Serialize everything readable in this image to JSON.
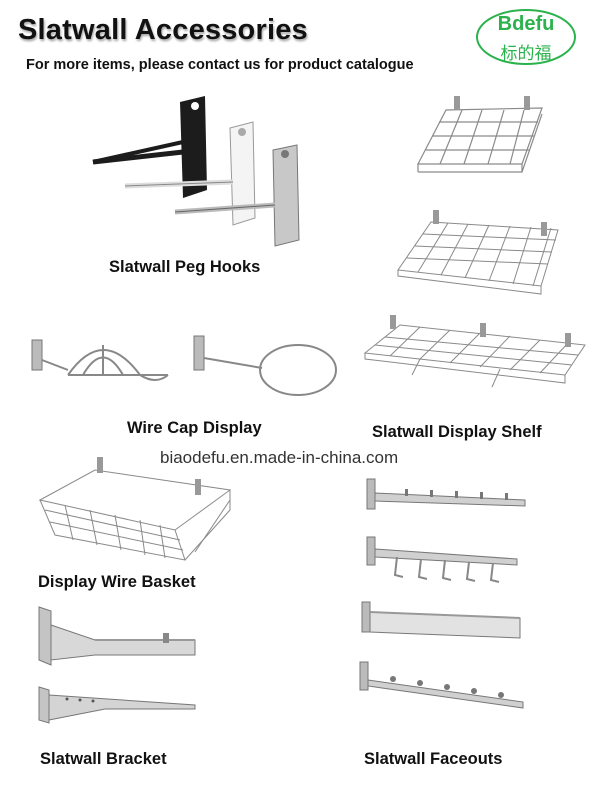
{
  "header": {
    "title": "Slatwall Accessories",
    "subtitle": "For more items, please contact us for product catalogue"
  },
  "logo": {
    "brand": "Bdefu",
    "chinese": "标的福",
    "color": "#2bb24c"
  },
  "watermark": "biaodefu.en.made-in-china.com",
  "products": {
    "peg_hooks": "Slatwall Peg Hooks",
    "display_shelf": "Slatwall Display Shelf",
    "wire_cap_display": "Wire Cap Display",
    "wire_basket": "Display Wire Basket",
    "bracket": "Slatwall Bracket",
    "faceouts": "Slatwall Faceouts"
  }
}
